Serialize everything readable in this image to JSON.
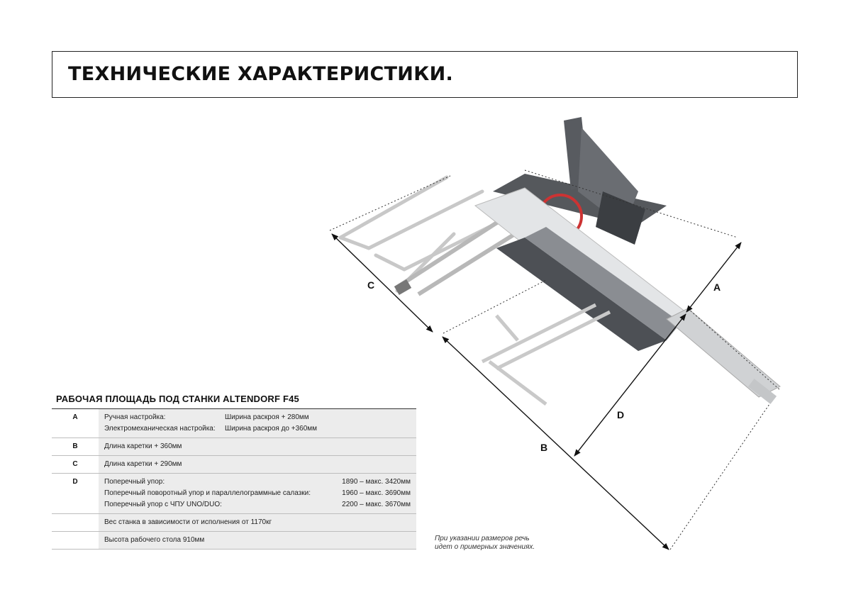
{
  "title": "ТЕХНИЧЕСКИЕ ХАРАКТЕРИСТИКИ.",
  "diagram": {
    "labels": {
      "a": "A",
      "b": "B",
      "c": "C",
      "d": "D"
    }
  },
  "spec": {
    "heading": "РАБОЧАЯ ПЛОЩАДЬ ПОД СТАНКИ ALTENDORF F45",
    "rows": [
      {
        "key": "A",
        "lines": [
          {
            "label": "Ручная настройка:",
            "value": "Ширина раскроя + 280мм"
          },
          {
            "label": "Электромеханическая настройка:",
            "value": "Ширина раскроя до +360мм"
          }
        ]
      },
      {
        "key": "B",
        "text": "Длина каретки + 360мм"
      },
      {
        "key": "C",
        "text": "Длина каретки + 290мм"
      },
      {
        "key": "D",
        "lines": [
          {
            "label": "Поперечный упор:",
            "value": "1890 – макс. 3420мм"
          },
          {
            "label": "Поперечный поворотный упор и параллелограммные салазки:",
            "value": "1960 – макс. 3690мм"
          },
          {
            "label": "Поперечный упор с ЧПУ UNO/DUO:",
            "value": "2200 – макс. 3670мм"
          }
        ]
      },
      {
        "key": "",
        "text": "Вес станка в зависимости от исполнения от 1170кг"
      },
      {
        "key": "",
        "text": "Высота рабочего стола 910мм"
      }
    ]
  },
  "note": {
    "line1": "При указании размеров речь",
    "line2": "идет о примерных значениях."
  },
  "colors": {
    "machine_dark": "#4a4d52",
    "machine_light": "#d6d8da",
    "dimension_line": "#111111"
  }
}
